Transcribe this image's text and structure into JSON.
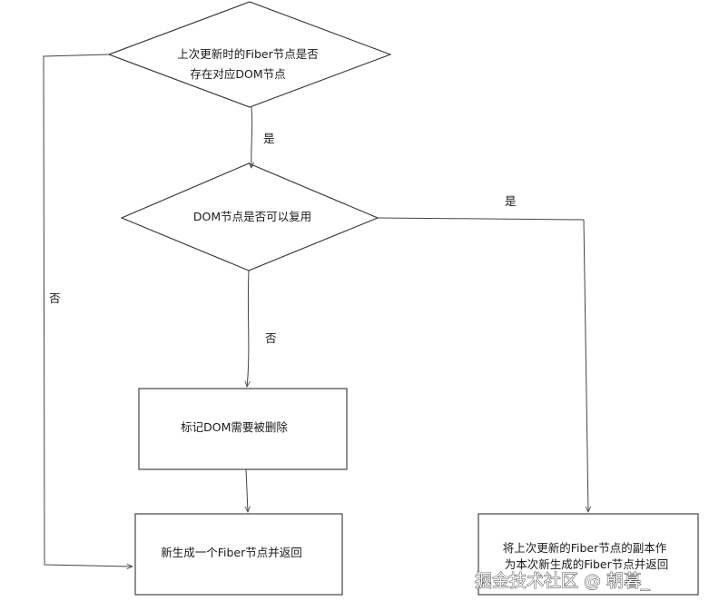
{
  "nodes": {
    "decision_fiber_dom": {
      "lines": [
        "上次更新时的Fiber节点是否",
        "存在对应DOM节点"
      ]
    },
    "decision_reuse": {
      "lines": [
        "DOM节点是否可以复用"
      ]
    },
    "process_mark_delete": {
      "lines": [
        "标记DOM需要被删除"
      ]
    },
    "process_new_fiber": {
      "lines": [
        "新生成一个Fiber节点并返回"
      ]
    },
    "process_copy_fiber": {
      "lines": [
        "将上次更新的Fiber节点的副本作",
        "为本次新生成的Fiber节点并返回"
      ]
    }
  },
  "edges": {
    "d1_yes": {
      "label": "是"
    },
    "d1_no": {
      "label": "否"
    },
    "d2_no": {
      "label": "否"
    },
    "d2_yes": {
      "label": "是"
    }
  },
  "watermark": {
    "text": "掘金技术社区 @ 朝暮_"
  }
}
